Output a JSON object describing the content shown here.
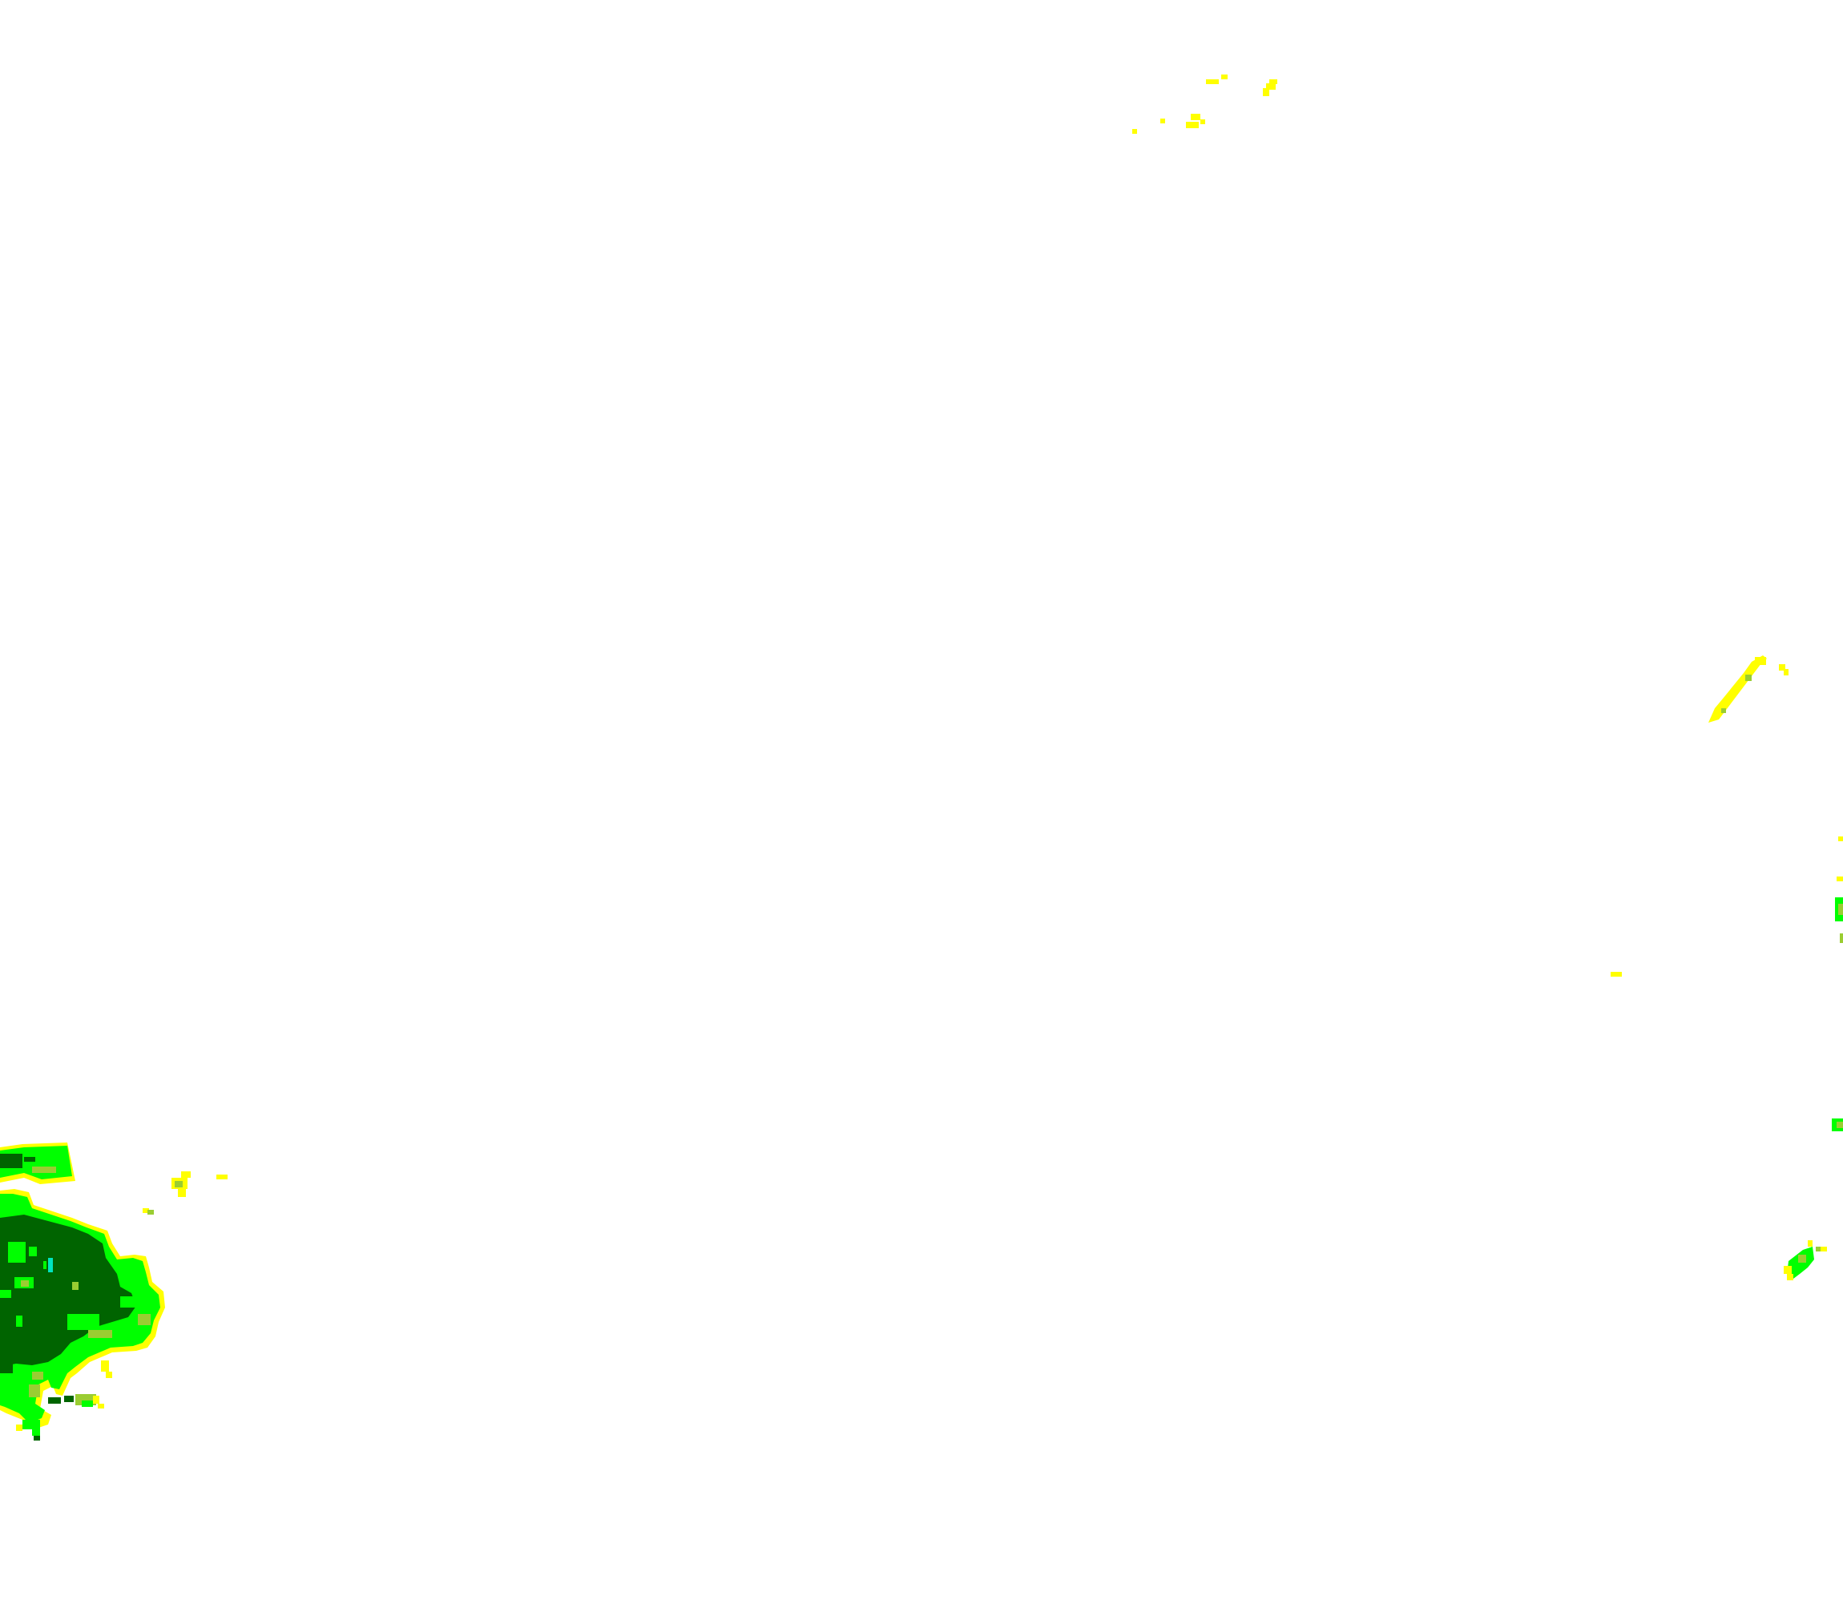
{
  "map": {
    "background_color": "#ffffff",
    "layer": "precipitation-radar-overlay",
    "intensity_palette": {
      "light": "#ffff00",
      "moderate": "#00ff00",
      "moderate_olive": "#9acd32",
      "heavy": "#006400",
      "cyan_trace": "#00e5c0"
    },
    "echo_regions": [
      {
        "name": "north-scatter",
        "intensity": "light"
      },
      {
        "name": "east-band",
        "intensity": "light"
      },
      {
        "name": "east-edge-cells",
        "intensity": "moderate"
      },
      {
        "name": "southwest-storm-complex",
        "intensity": "heavy"
      }
    ]
  }
}
